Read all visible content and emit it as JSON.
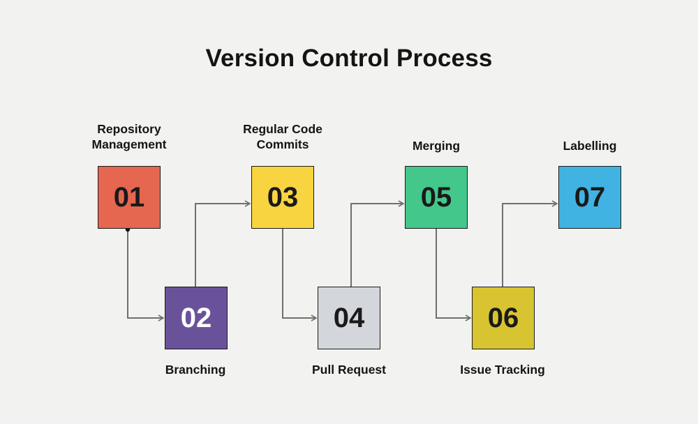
{
  "title": "Version Control Process",
  "colors": {
    "background": "#f2f2f0",
    "connector": "#6f6f6f",
    "box_border": "#1a1a1a",
    "text": "#141414"
  },
  "steps": [
    {
      "number": "01",
      "label": "Repository Management",
      "color": "#e5674f",
      "number_color": "#1a1a1a",
      "row": "top",
      "label_position": "above"
    },
    {
      "number": "02",
      "label": "Branching",
      "color": "#6a529a",
      "number_color": "#ffffff",
      "row": "bottom",
      "label_position": "below"
    },
    {
      "number": "03",
      "label": "Regular Code Commits",
      "color": "#f8d440",
      "number_color": "#1a1a1a",
      "row": "top",
      "label_position": "above"
    },
    {
      "number": "04",
      "label": "Pull Request",
      "color": "#d3d7dc",
      "number_color": "#1a1a1a",
      "row": "bottom",
      "label_position": "below"
    },
    {
      "number": "05",
      "label": "Merging",
      "color": "#43c78b",
      "number_color": "#1a1a1a",
      "row": "top",
      "label_position": "above"
    },
    {
      "number": "06",
      "label": "Issue Tracking",
      "color": "#d8c430",
      "number_color": "#1a1a1a",
      "row": "bottom",
      "label_position": "below"
    },
    {
      "number": "07",
      "label": "Labelling",
      "color": "#41b3e2",
      "number_color": "#1a1a1a",
      "row": "top",
      "label_position": "above"
    }
  ]
}
